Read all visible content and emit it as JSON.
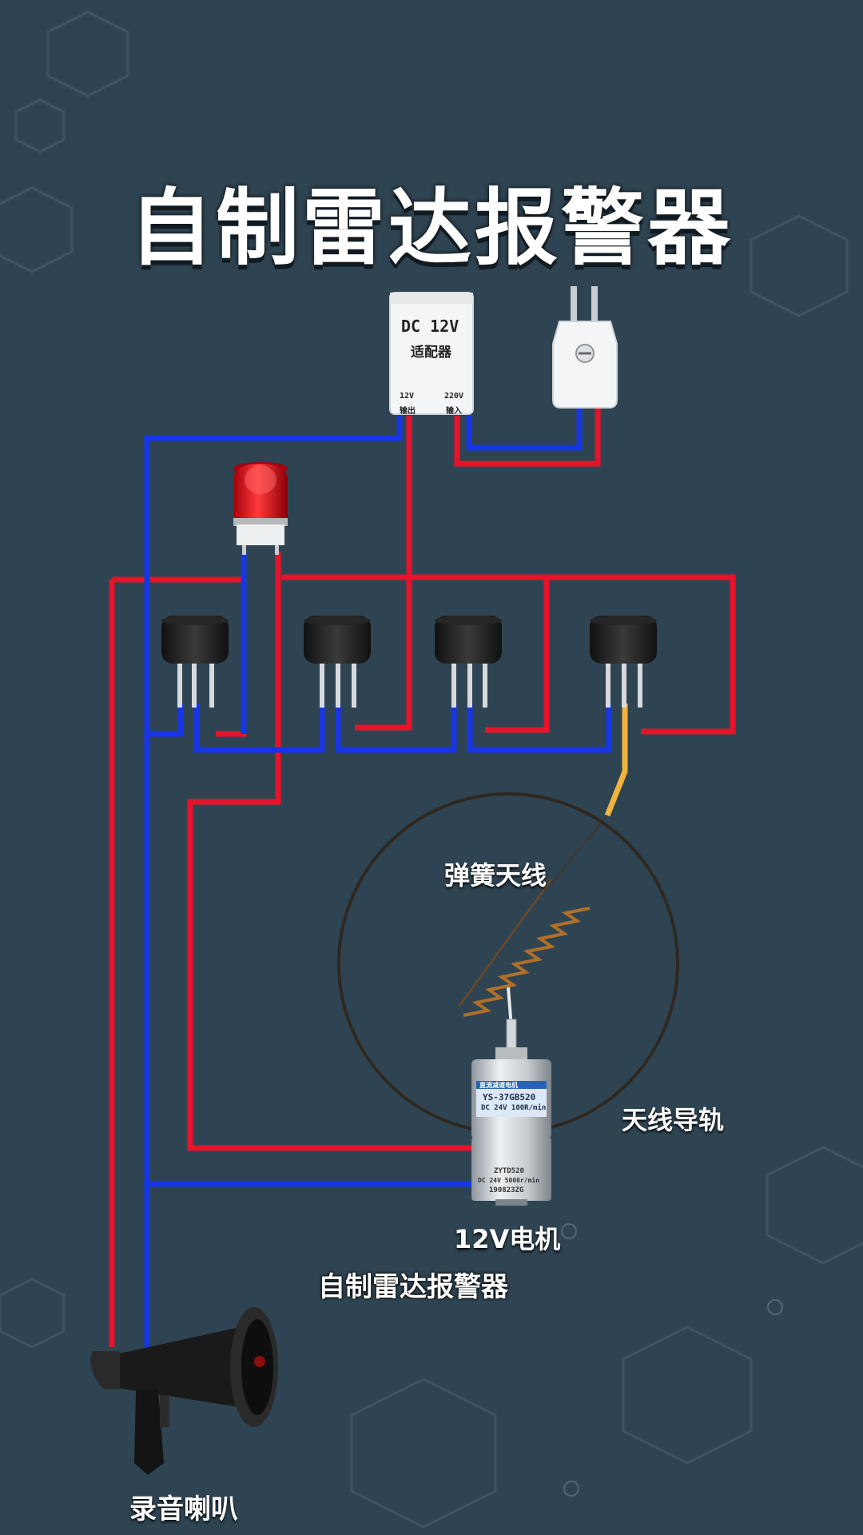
{
  "title": "自制雷达报警器",
  "subtitle": "自制雷达报警器",
  "adapter": {
    "line1": "DC  12V",
    "line2": "适配器",
    "out_v": "12V",
    "out_label": "输出",
    "in_v": "220V",
    "in_label": "输入"
  },
  "labels": {
    "spring_antenna": "弹簧天线",
    "antenna_rail": "天线导轨",
    "motor": "12V电机",
    "speaker": "录音喇叭"
  },
  "motor_plate": {
    "brand": "直流减速电机",
    "model": "YS-37GB520",
    "spec": "DC 24V 100R/min",
    "body_model": "ZYTD520",
    "body_spec": "DC 24V 5000r/min",
    "body_code": "190823ZG"
  },
  "colors": {
    "background": "#2f4452",
    "positive_wire": "#e8132b",
    "negative_wire": "#1636e6",
    "antenna_wire": "#f0b43c",
    "sensor": "#1c1c1c"
  },
  "icons": [
    "power-adapter-icon",
    "wall-plug-icon",
    "warning-light-icon",
    "sensor-icon",
    "spring-antenna-icon",
    "dc-motor-icon",
    "megaphone-icon"
  ]
}
